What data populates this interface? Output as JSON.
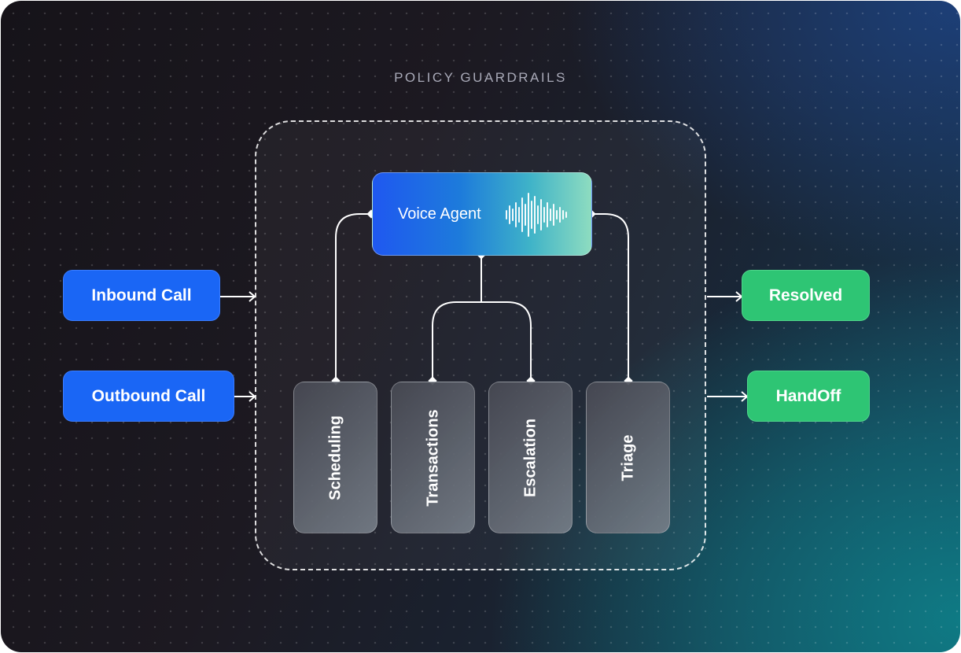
{
  "title": "POLICY GUARDRAILS",
  "inputs": [
    "Inbound Call",
    "Outbound Call"
  ],
  "agent": {
    "label": "Voice Agent",
    "icon": "sound-wave-icon"
  },
  "modules": [
    "Scheduling",
    "Transactions",
    "Escalation",
    "Triage"
  ],
  "outputs": [
    "Resolved",
    "HandOff"
  ],
  "colors": {
    "input": "#1a66f5",
    "output": "#2ec574",
    "line": "#ffffff"
  }
}
